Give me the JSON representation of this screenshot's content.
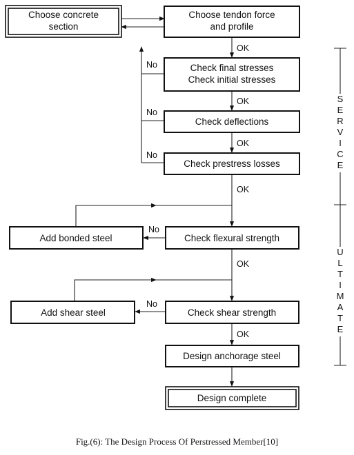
{
  "nodes": {
    "choose_section": [
      "Choose concrete",
      "section"
    ],
    "choose_tendon": [
      "Choose tendon force",
      "and profile"
    ],
    "check_stresses": [
      "Check final stresses",
      "Check initial stresses"
    ],
    "check_deflections": "Check deflections",
    "check_losses": "Check prestress losses",
    "check_flexural": "Check flexural strength",
    "add_bonded": "Add bonded steel",
    "check_shear": "Check shear strength",
    "add_shear": "Add shear steel",
    "design_anchorage": "Design anchorage steel",
    "design_complete": "Design complete"
  },
  "edge_labels": {
    "ok": "OK",
    "no": "No"
  },
  "phases": {
    "service": "SERVICE",
    "ultimate": "ULTIMATE"
  },
  "caption": "Fig.(6): The Design Process Of Perstressed Member[10]"
}
